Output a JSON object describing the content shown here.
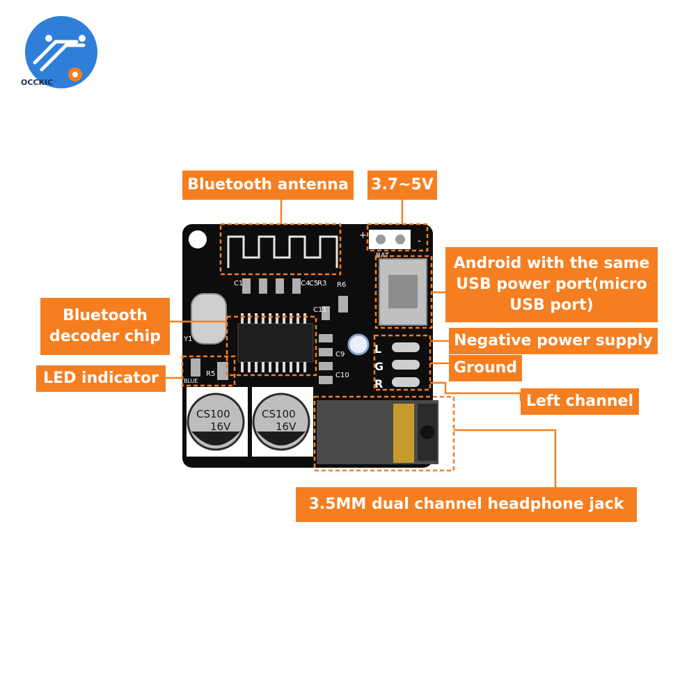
{
  "brand": {
    "logo_text": "OCCKIC",
    "logo_color": "#2a7ad6"
  },
  "colors": {
    "callout": "#f57e20",
    "board": "#0d0d0d"
  },
  "callouts": {
    "bluetooth_antenna": "Bluetooth antenna",
    "voltage": "3.7~5V",
    "usb_port": "Android with the same USB power port(micro USB port)",
    "bluetooth_chip": "Bluetooth decoder chip",
    "negative_supply": "Negative power supply",
    "ground": "Ground",
    "led_indicator": "LED indicator",
    "left_channel": "Left channel",
    "headphone_jack": "3.5MM dual channel headphone jack"
  },
  "board_markings": {
    "plus": "+",
    "minus": "-",
    "bat": "BAT",
    "cap1": [
      "CS",
      "100",
      "16V"
    ],
    "cap2": [
      "CS",
      "100",
      "16V"
    ],
    "pins": [
      "L",
      "G",
      "R"
    ],
    "silk": [
      "C1",
      "C4",
      "C5",
      "R3",
      "R6",
      "C11",
      "Y1",
      "R5",
      "C9",
      "C10",
      "BLUE"
    ]
  }
}
